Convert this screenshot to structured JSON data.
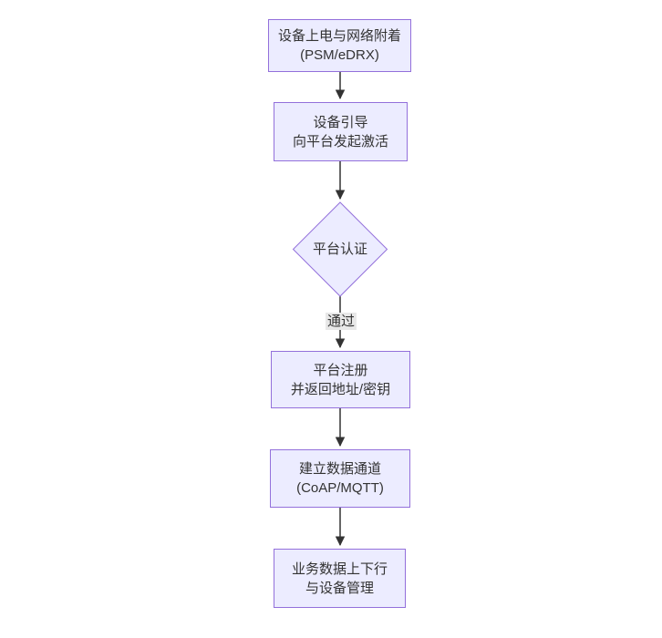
{
  "diagram": {
    "type": "flowchart-vertical",
    "colors": {
      "background": "#ffffff",
      "node_fill": "#ECECFF",
      "node_border": "#9370DB",
      "arrow_line": "#333333",
      "text": "#333333",
      "edge_label_bg": "#e8e8e8"
    },
    "nodes": [
      {
        "id": "A",
        "shape": "rect",
        "line1": "设备上电与网络附着",
        "line2": "(PSM/eDRX)"
      },
      {
        "id": "B",
        "shape": "rect",
        "line1": "设备引导",
        "line2": "向平台发起激活"
      },
      {
        "id": "C",
        "shape": "diamond",
        "line1": "平台认证",
        "line2": ""
      },
      {
        "id": "D",
        "shape": "rect",
        "line1": "平台注册",
        "line2": "并返回地址/密钥"
      },
      {
        "id": "E",
        "shape": "rect",
        "line1": "建立数据通道",
        "line2": "(CoAP/MQTT)"
      },
      {
        "id": "F",
        "shape": "rect",
        "line1": "业务数据上下行",
        "line2": "与设备管理"
      }
    ],
    "edges": [
      {
        "from": "A",
        "to": "B",
        "label": ""
      },
      {
        "from": "B",
        "to": "C",
        "label": ""
      },
      {
        "from": "C",
        "to": "D",
        "label": "通过"
      },
      {
        "from": "D",
        "to": "E",
        "label": ""
      },
      {
        "from": "E",
        "to": "F",
        "label": ""
      }
    ]
  }
}
